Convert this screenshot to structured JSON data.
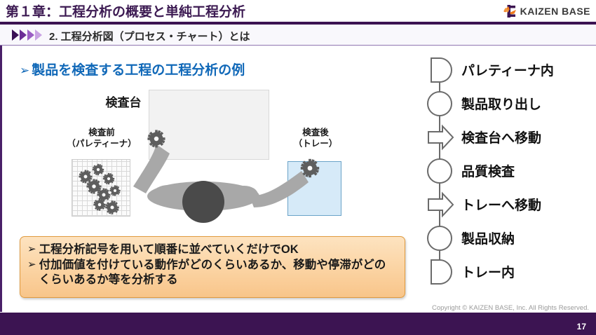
{
  "header": {
    "title": "第１章：工程分析の概要と単純工程分析",
    "logo_text": "KAIZEN BASE",
    "logo_icon": "kaizen-k-mark-icon",
    "rule_color": "#3c1452"
  },
  "subheader": {
    "arrow_icon": "triple-chevron-right-icon",
    "title": "2. 工程分析図（プロセス・チャート）とは",
    "band_color": "#f9f8fc",
    "border_color": "#8f76b0"
  },
  "body": {
    "heading_bullet": "➢",
    "heading": "製品を検査する工程の工程分析の例",
    "heading_color": "#1068b8"
  },
  "illustration": {
    "table_label": "検査台",
    "table_color": "#f2f2f2",
    "before_label_line1": "検査前",
    "before_label_line2": "（パレティーナ）",
    "after_label_line1": "検査後",
    "after_label_line2": "（トレー）",
    "tray_color": "#d6eaf8",
    "tray_border_color": "#6ba3c8",
    "worker_color": "#a8a8a8",
    "head_color": "#4a4a4a",
    "gear_color": "#5e5e5e",
    "icons": {
      "pallet": "grid-pallet-icon",
      "worker": "worker-top-view-icon",
      "gear": "gear-icon",
      "tray": "tray-icon"
    }
  },
  "callout": {
    "bullet": "➢",
    "lines": [
      "工程分析記号を用いて順番に並べていくだけでOK",
      "付加価値を付けている動作がどのくらいあるか、移動や停滞がどのくらいあるか等を分析する"
    ],
    "background_start": "#fde3c0",
    "background_end": "#f8c58a",
    "border_color": "#e09a3e"
  },
  "process_chart": {
    "steps": [
      {
        "label": "パレティーナ内",
        "symbol": "storage-d-shape-icon",
        "type": "storage"
      },
      {
        "label": "製品取り出し",
        "symbol": "operation-circle-icon",
        "type": "operation"
      },
      {
        "label": "検査台へ移動",
        "symbol": "transport-arrow-icon",
        "type": "transport"
      },
      {
        "label": "品質検査",
        "symbol": "operation-circle-icon",
        "type": "operation"
      },
      {
        "label": "トレーへ移動",
        "symbol": "transport-arrow-icon",
        "type": "transport"
      },
      {
        "label": "製品収納",
        "symbol": "operation-circle-icon",
        "type": "operation"
      },
      {
        "label": "トレー内",
        "symbol": "storage-d-shape-icon",
        "type": "storage"
      }
    ],
    "symbol_stroke": "#6b6b6b",
    "connector_color": "#6b6b6b"
  },
  "footer": {
    "copyright": "Copyright ©  KAIZEN BASE, Inc.  All Rights Reserved.",
    "page_number": "17",
    "bar_color": "#3c1452"
  }
}
